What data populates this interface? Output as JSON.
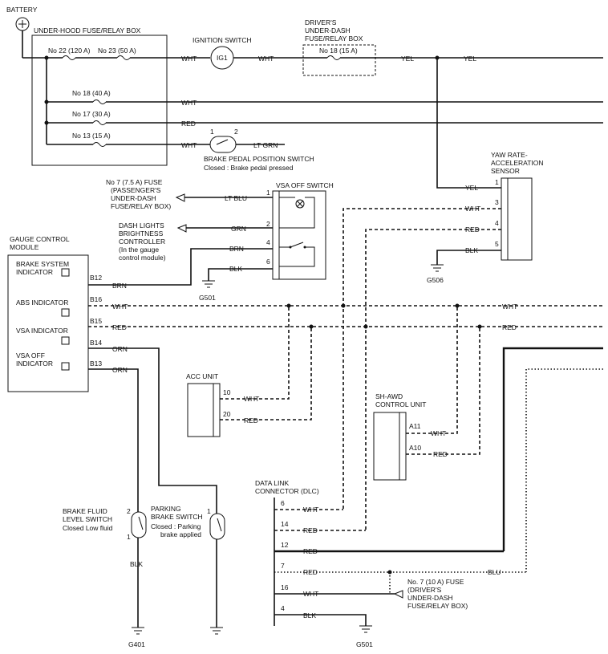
{
  "labels": {
    "battery": "BATTERY",
    "underhood_box": "UNDER-HOOD FUSE/RELAY BOX",
    "fuse_22": "No 22 (120 A)",
    "fuse_23": "No 23 (50 A)",
    "fuse_18_40": "No 18 (40 A)",
    "fuse_17": "No 17 (30 A)",
    "fuse_13": "No 13 (15 A)",
    "ign_switch": "IGNITION SWITCH",
    "ig1": "IG1",
    "driver_box_1": "DRIVER'S",
    "driver_box_2": "UNDER-DASH",
    "driver_box_3": "FUSE/RELAY BOX",
    "fuse_18_15": "No 18 (15 A)",
    "brake_pedal_1": "BRAKE PEDAL POSITION SWITCH",
    "brake_pedal_2": "Closed : Brake pedal pressed",
    "yaw_1": "YAW RATE-",
    "yaw_2": "ACCELERATION",
    "yaw_3": "SENSOR",
    "g506": "G506",
    "fuse7_1": "No 7 (7.5 A) FUSE",
    "fuse7_2": "(PASSENGER'S",
    "fuse7_3": "UNDER-DASH",
    "fuse7_4": "FUSE/RELAY BOX)",
    "vsa_off_sw": "VSA OFF SWITCH",
    "dash_1": "DASH LIGHTS",
    "dash_2": "BRIGHTNESS",
    "dash_3": "CONTROLLER",
    "dash_4": "(In the gauge",
    "dash_5": "control module)",
    "g501_top": "G501",
    "gcm_1": "GAUGE CONTROL",
    "gcm_2": "MODULE",
    "brake_ind_1": "BRAKE SYSTEM",
    "brake_ind_2": "INDICATOR",
    "abs_ind": "ABS INDICATOR",
    "vsa_ind": "VSA INDICATOR",
    "vsaoff_ind_1": "VSA OFF",
    "vsaoff_ind_2": "INDICATOR",
    "acc_unit": "ACC UNIT",
    "shawd_1": "SH-AWD",
    "shawd_2": "CONTROL UNIT",
    "dlc_1": "DATA LINK",
    "dlc_2": "CONNECTOR (DLC)",
    "bf_1": "BRAKE FLUID",
    "bf_2": "LEVEL SWITCH",
    "bf_3": "Closed   Low fluid",
    "pb_1": "PARKING",
    "pb_2": "BRAKE SWITCH",
    "pb_3": "Closed : Parking",
    "pb_4": "brake applied",
    "g401": "G401",
    "g501_bottom": "G501",
    "fuse7b_1": "No. 7 (10 A) FUSE",
    "fuse7b_2": "(DRIVER'S",
    "fuse7b_3": "UNDER-DASH",
    "fuse7b_4": "FUSE/RELAY BOX)"
  },
  "wires": {
    "wht": "WHT",
    "yel": "YEL",
    "red": "RED",
    "ltgrn": "LT GRN",
    "ltblu": "LT BLU",
    "grn": "GRN",
    "brn": "BRN",
    "blk": "BLK",
    "orn": "ORN",
    "blu": "BLU"
  },
  "pins": {
    "bp1": "1",
    "bp2": "2",
    "y1": "1",
    "y3": "3",
    "y4": "4",
    "y5": "5",
    "v1": "1",
    "v2": "2",
    "v4": "4",
    "v6": "6",
    "b12": "B12",
    "b16": "B16",
    "b15": "B15",
    "b14": "B14",
    "b13": "B13",
    "acc10": "10",
    "acc20": "20",
    "a11": "A11",
    "a10": "A10",
    "d6": "6",
    "d14": "14",
    "d12": "12",
    "d7": "7",
    "d16": "16",
    "d4": "4",
    "bf2": "2",
    "bf1": "1",
    "pb1": "1"
  }
}
